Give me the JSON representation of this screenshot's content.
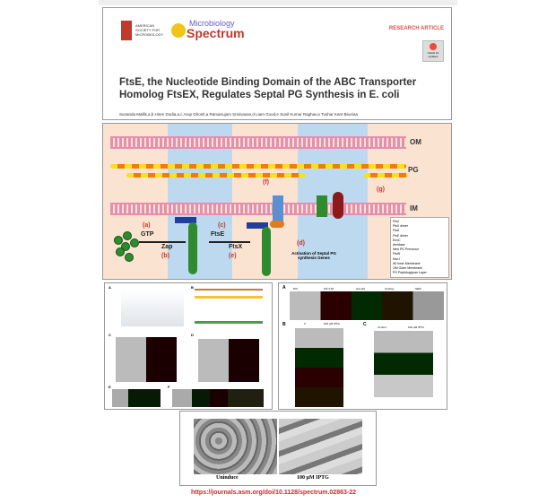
{
  "header": {
    "org": "AMERICAN SOCIETY FOR MICROBIOLOGY",
    "journal_top": "Microbiology",
    "journal_name": "Spectrum",
    "article_type": "RESEARCH ARTICLE",
    "check_updates": "Check for updates",
    "title": "FtsE, the Nucleotide Binding Domain of the ABC Transporter Homolog FtsEX, Regulates Septal PG Synthesis in E. coli",
    "authors": "Sunanda Mallik,a,b Hiren Dodia,a,c Arup Ghosh,a Ramanujam Srinivasan,d Liam Good,e Sunil Kumar Raghav,a Tushar Kant Beuriaa"
  },
  "diagram": {
    "om": "OM",
    "pg": "PG",
    "im": "IM",
    "a": "(a)",
    "b": "(b)",
    "c": "(c)",
    "d": "(d)",
    "e": "(e)",
    "f": "(f)",
    "g": "(g)",
    "gtp": "GTP",
    "zap": "Zap",
    "ftse": "FtsE",
    "ftsx": "FtsX",
    "activation": "Activation of Septal PG synthesis Genes",
    "legend": [
      "FtsZ",
      "FtsX dimer",
      "FtsA",
      "FtsE dimer",
      "EnvC",
      "Amidase",
      "New PG Precursor",
      "FtsW",
      "MurJ",
      "IM Inner Membrane",
      "OM Outer Membrane",
      "PG Peptidoglycan Layer"
    ]
  },
  "panels": {
    "left_labels": [
      "A",
      "B",
      "C",
      "D",
      "E",
      "F"
    ],
    "right_labels": [
      "A",
      "B",
      "C"
    ],
    "right_cols": [
      "DIC",
      "FM 4-64",
      "anti-His",
      "Overlay",
      "SEM"
    ],
    "right_b_cols": [
      "0",
      "100 µM IPTG"
    ],
    "right_c_cols": [
      "Control",
      "100 µM IPTG"
    ]
  },
  "em": {
    "left_caption": "Uninduce",
    "right_caption": "100 µM IPTG"
  },
  "url": "https://journals.asm.org/doi/10.1128/spectrum.02863-22"
}
